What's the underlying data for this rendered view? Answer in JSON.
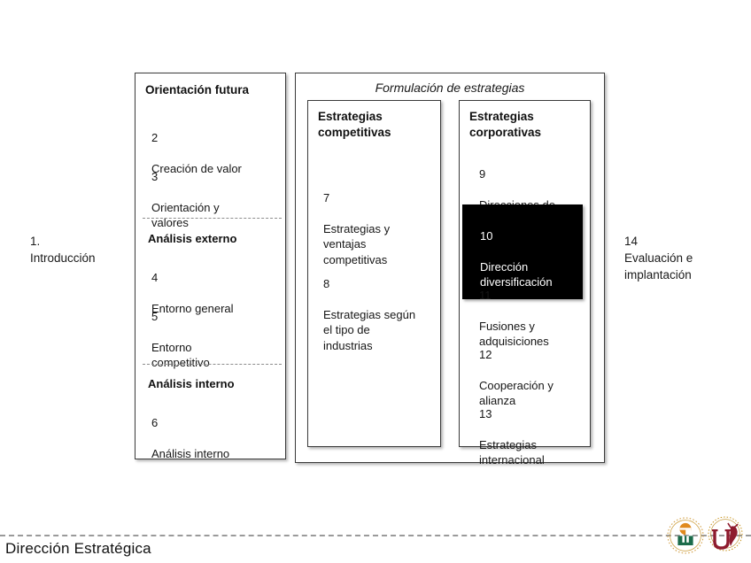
{
  "slide": {
    "left_label": "1.\nIntroducción",
    "right_label": "14\nEvaluación e\nimplantación"
  },
  "left_panel": {
    "heading": "Orientación futura",
    "entries": [
      {
        "num": "2",
        "text": "Creación de valor"
      },
      {
        "num": "3",
        "text": "Orientación y\nvalores"
      }
    ],
    "section_external": {
      "heading": "Análisis externo",
      "entries": [
        {
          "num": "4",
          "text": "Entorno general"
        },
        {
          "num": "5",
          "text": "Entorno\ncompetitivo"
        }
      ]
    },
    "section_internal": {
      "heading": "Análisis interno",
      "entries": [
        {
          "num": "6",
          "text": "Análisis interno"
        }
      ]
    }
  },
  "formulation_panel": {
    "title": "Formulación de estrategias",
    "competitive": {
      "heading": "Estrategias\ncompetitivas",
      "entries": [
        {
          "num": "7",
          "text": "Estrategias y\nventajas\ncompetitivas"
        },
        {
          "num": "8",
          "text": "Estrategias según\nel tipo de\nindustrias"
        }
      ]
    },
    "corporate": {
      "heading": "Estrategias\ncorporativas",
      "entries": [
        {
          "num": "9",
          "text": "Direcciones de\ndesarrollo",
          "highlighted": false
        },
        {
          "num": "10",
          "text": "Dirección\ndiversificación",
          "highlighted": true
        },
        {
          "num": "11",
          "text": "Fusiones y\nadquisiciones",
          "highlighted": false
        },
        {
          "num": "12",
          "text": "Cooperación y\nalianza",
          "highlighted": false
        },
        {
          "num": "13",
          "text": "Estrategias\ninternacional",
          "highlighted": false
        }
      ]
    }
  },
  "footer": {
    "title": "Dirección Estratégica",
    "logo_em_letters": "em",
    "logo_um_letter": "u"
  },
  "colors": {
    "highlight_bg": "#000000",
    "highlight_fg": "#ffffff",
    "border": "#3b3b3b",
    "logo_em_green": "#1b6b4a",
    "logo_em_orange": "#e08a1e",
    "logo_um_red": "#8e1b2e",
    "logo_um_gold": "#c8941e"
  }
}
